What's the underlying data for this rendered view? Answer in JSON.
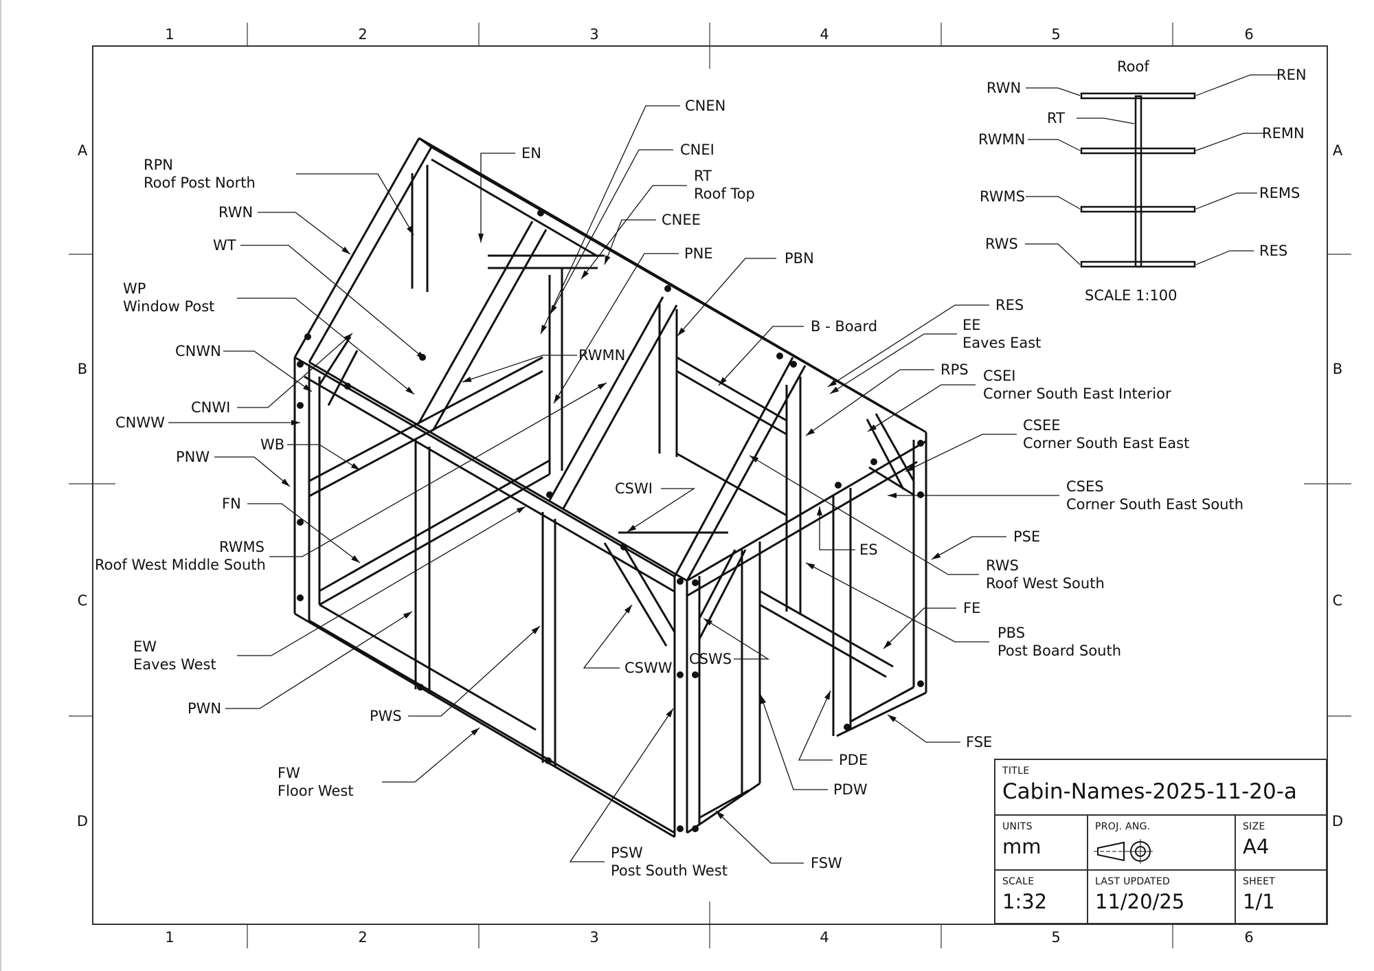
{
  "sheet": {
    "zones_columns": [
      "1",
      "2",
      "3",
      "4",
      "5",
      "6"
    ],
    "zones_rows": [
      "A",
      "B",
      "C",
      "D"
    ]
  },
  "inset": {
    "title": "Roof",
    "scale_note": "SCALE 1:100",
    "left_labels": [
      "RWN",
      "RT",
      "RWMN",
      "RWMS",
      "RWS"
    ],
    "right_labels": [
      "REN",
      "REMN",
      "REMS",
      "RES"
    ]
  },
  "callouts": [
    {
      "id": "rpn",
      "code": "RPN",
      "name": "Roof Post North"
    },
    {
      "id": "rwn",
      "code": "RWN",
      "name": ""
    },
    {
      "id": "wt",
      "code": "WT",
      "name": ""
    },
    {
      "id": "wp",
      "code": "WP",
      "name": "Window Post"
    },
    {
      "id": "cnwn",
      "code": "CNWN",
      "name": ""
    },
    {
      "id": "cnwi",
      "code": "CNWI",
      "name": ""
    },
    {
      "id": "cnww",
      "code": "CNWW",
      "name": ""
    },
    {
      "id": "wb",
      "code": "WB",
      "name": ""
    },
    {
      "id": "pnw",
      "code": "PNW",
      "name": ""
    },
    {
      "id": "fn",
      "code": "FN",
      "name": ""
    },
    {
      "id": "rwms",
      "code": "RWMS",
      "name": "Roof West Middle South"
    },
    {
      "id": "ew",
      "code": "EW",
      "name": "Eaves West"
    },
    {
      "id": "pwn",
      "code": "PWN",
      "name": ""
    },
    {
      "id": "pws",
      "code": "PWS",
      "name": ""
    },
    {
      "id": "fw",
      "code": "FW",
      "name": "Floor West"
    },
    {
      "id": "en",
      "code": "EN",
      "name": ""
    },
    {
      "id": "cnen",
      "code": "CNEN",
      "name": ""
    },
    {
      "id": "cnei",
      "code": "CNEI",
      "name": ""
    },
    {
      "id": "rt",
      "code": "RT",
      "name": "Roof Top"
    },
    {
      "id": "cnee",
      "code": "CNEE",
      "name": ""
    },
    {
      "id": "pne",
      "code": "PNE",
      "name": ""
    },
    {
      "id": "rwmn",
      "code": "RWMN",
      "name": ""
    },
    {
      "id": "pbn",
      "code": "PBN",
      "name": ""
    },
    {
      "id": "board",
      "code": "B - Board",
      "name": ""
    },
    {
      "id": "res",
      "code": "RES",
      "name": ""
    },
    {
      "id": "ee",
      "code": "EE",
      "name": "Eaves East"
    },
    {
      "id": "rps",
      "code": "RPS",
      "name": ""
    },
    {
      "id": "csei",
      "code": "CSEI",
      "name": "Corner South East Interior"
    },
    {
      "id": "csee",
      "code": "CSEE",
      "name": "Corner South East East"
    },
    {
      "id": "cses",
      "code": "CSES",
      "name": "Corner South East South"
    },
    {
      "id": "pse",
      "code": "PSE",
      "name": ""
    },
    {
      "id": "es",
      "code": "ES",
      "name": ""
    },
    {
      "id": "rws",
      "code": "RWS",
      "name": "Roof West South"
    },
    {
      "id": "fe",
      "code": "FE",
      "name": ""
    },
    {
      "id": "pbs",
      "code": "PBS",
      "name": "Post Board South"
    },
    {
      "id": "cswi",
      "code": "CSWI",
      "name": ""
    },
    {
      "id": "csww",
      "code": "CSWW",
      "name": ""
    },
    {
      "id": "csws",
      "code": "CSWS",
      "name": ""
    },
    {
      "id": "pde",
      "code": "PDE",
      "name": ""
    },
    {
      "id": "pdw",
      "code": "PDW",
      "name": ""
    },
    {
      "id": "psw",
      "code": "PSW",
      "name": "Post South West"
    },
    {
      "id": "fsw",
      "code": "FSW",
      "name": ""
    },
    {
      "id": "fse",
      "code": "FSE",
      "name": ""
    }
  ],
  "title_block": {
    "title_caption": "TITLE",
    "title": "Cabin-Names-2025-11-20-a",
    "units_caption": "UNITS",
    "units": "mm",
    "proj_caption": "PROJ. ANG.",
    "proj_icon": "third-angle-projection-icon",
    "size_caption": "SIZE",
    "size": "A4",
    "scale_caption": "SCALE",
    "scale": "1:32",
    "updated_caption": "LAST UPDATED",
    "updated": "11/20/25",
    "sheet_caption": "SHEET",
    "sheet": "1/1"
  }
}
